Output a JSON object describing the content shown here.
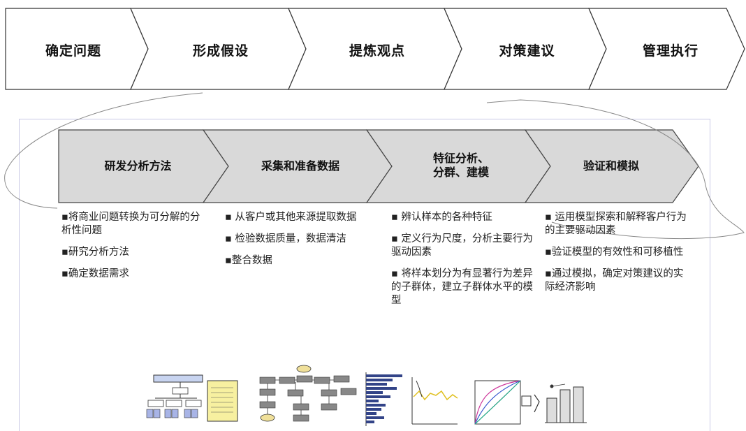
{
  "process": {
    "stages": [
      "确定问题",
      "形成假设",
      "提炼观点",
      "对策建议",
      "管理执行"
    ]
  },
  "analysis": {
    "phases": [
      {
        "label_line1": "研发分析方法",
        "label_line2": ""
      },
      {
        "label_line1": "采集和准备数据",
        "label_line2": ""
      },
      {
        "label_line1": "特征分析、",
        "label_line2": "分群、建模"
      },
      {
        "label_line1": "验证和模拟",
        "label_line2": ""
      }
    ],
    "bullets": [
      [
        "▪将商业问题转换为可分解的分析性问题",
        "▪研究分析方法",
        "▪确定数据需求"
      ],
      [
        "▪ 从客户或其他来源提取数据",
        "▪ 检验数据质量，数据清洁",
        "▪整合数据"
      ],
      [
        "▪ 辨认样本的各种特征",
        "▪ 定义行为尺度，分析主要行为驱动因素",
        "▪ 将样本划分为有显著行为差异的子群体，建立子群体水平的模型"
      ],
      [
        "▪ 运用模型探索和解释客户行为的主要驱动因素",
        "▪验证模型的有效性和可移植性",
        "▪通过模拟，确定对策建议的实际经济影响"
      ]
    ]
  },
  "colors": {
    "phase_fill": "#d9d9d9",
    "stage_fill": "#ffffff",
    "frame_border": "#c9c9e6"
  }
}
